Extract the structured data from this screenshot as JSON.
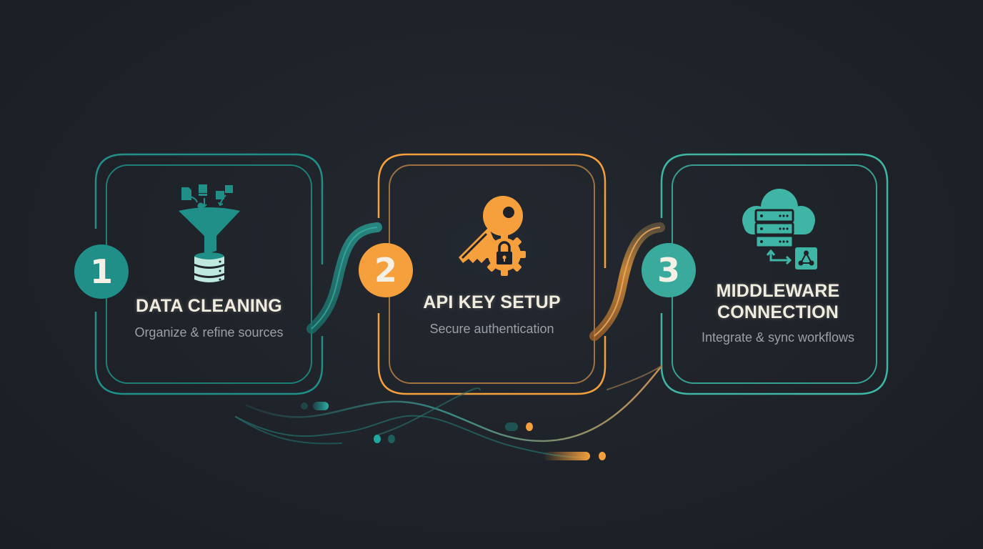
{
  "theme": {
    "background": "#1e2228",
    "teal": "#1f8f87",
    "teal_light": "#3fb5a6",
    "orange": "#f5a03c",
    "title_color": "#f1ece0",
    "subtitle_color": "#9aa0a6"
  },
  "steps": [
    {
      "number": "1",
      "title": "DATA CLEANING",
      "subtitle": "Organize & refine sources",
      "icon": "funnel-database-icon",
      "accent": "#1f8f87"
    },
    {
      "number": "2",
      "title": "API KEY SETUP",
      "subtitle": "Secure authentication",
      "icon": "key-gear-lock-icon",
      "accent": "#f5a03c"
    },
    {
      "number": "3",
      "title_line1": "MIDDLEWARE",
      "title_line2": "CONNECTION",
      "subtitle": "Integrate & sync workflows",
      "icon": "cloud-server-network-icon",
      "accent": "#3fb5a6"
    }
  ]
}
